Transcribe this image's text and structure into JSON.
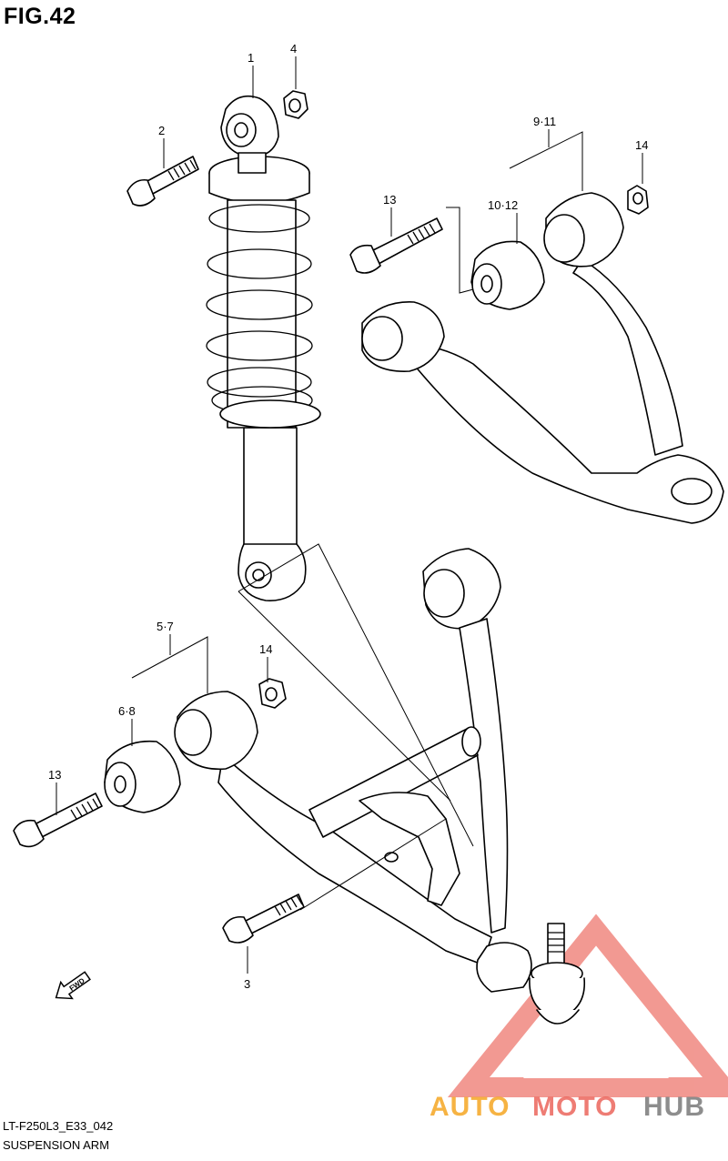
{
  "figure": {
    "title": "FIG.42",
    "code": "LT-F250L3_E33_042",
    "name": "SUSPENSION ARM"
  },
  "callouts": {
    "c1": "1",
    "c2": "2",
    "c3": "3",
    "c4": "4",
    "c5_7": "5·7",
    "c6_8": "6·8",
    "c9_11": "9·11",
    "c10_12": "10·12",
    "c13_upper": "13",
    "c13_lower": "13",
    "c14_upper": "14",
    "c14_lower": "14"
  },
  "fwd_label": "FWD",
  "watermark": {
    "part1": "AUTO",
    "part2": "MOTO",
    "part3": "HUB",
    "color_orange": "#f5a623",
    "color_red": "#e8463a",
    "color_gray": "#7a7a7a"
  }
}
